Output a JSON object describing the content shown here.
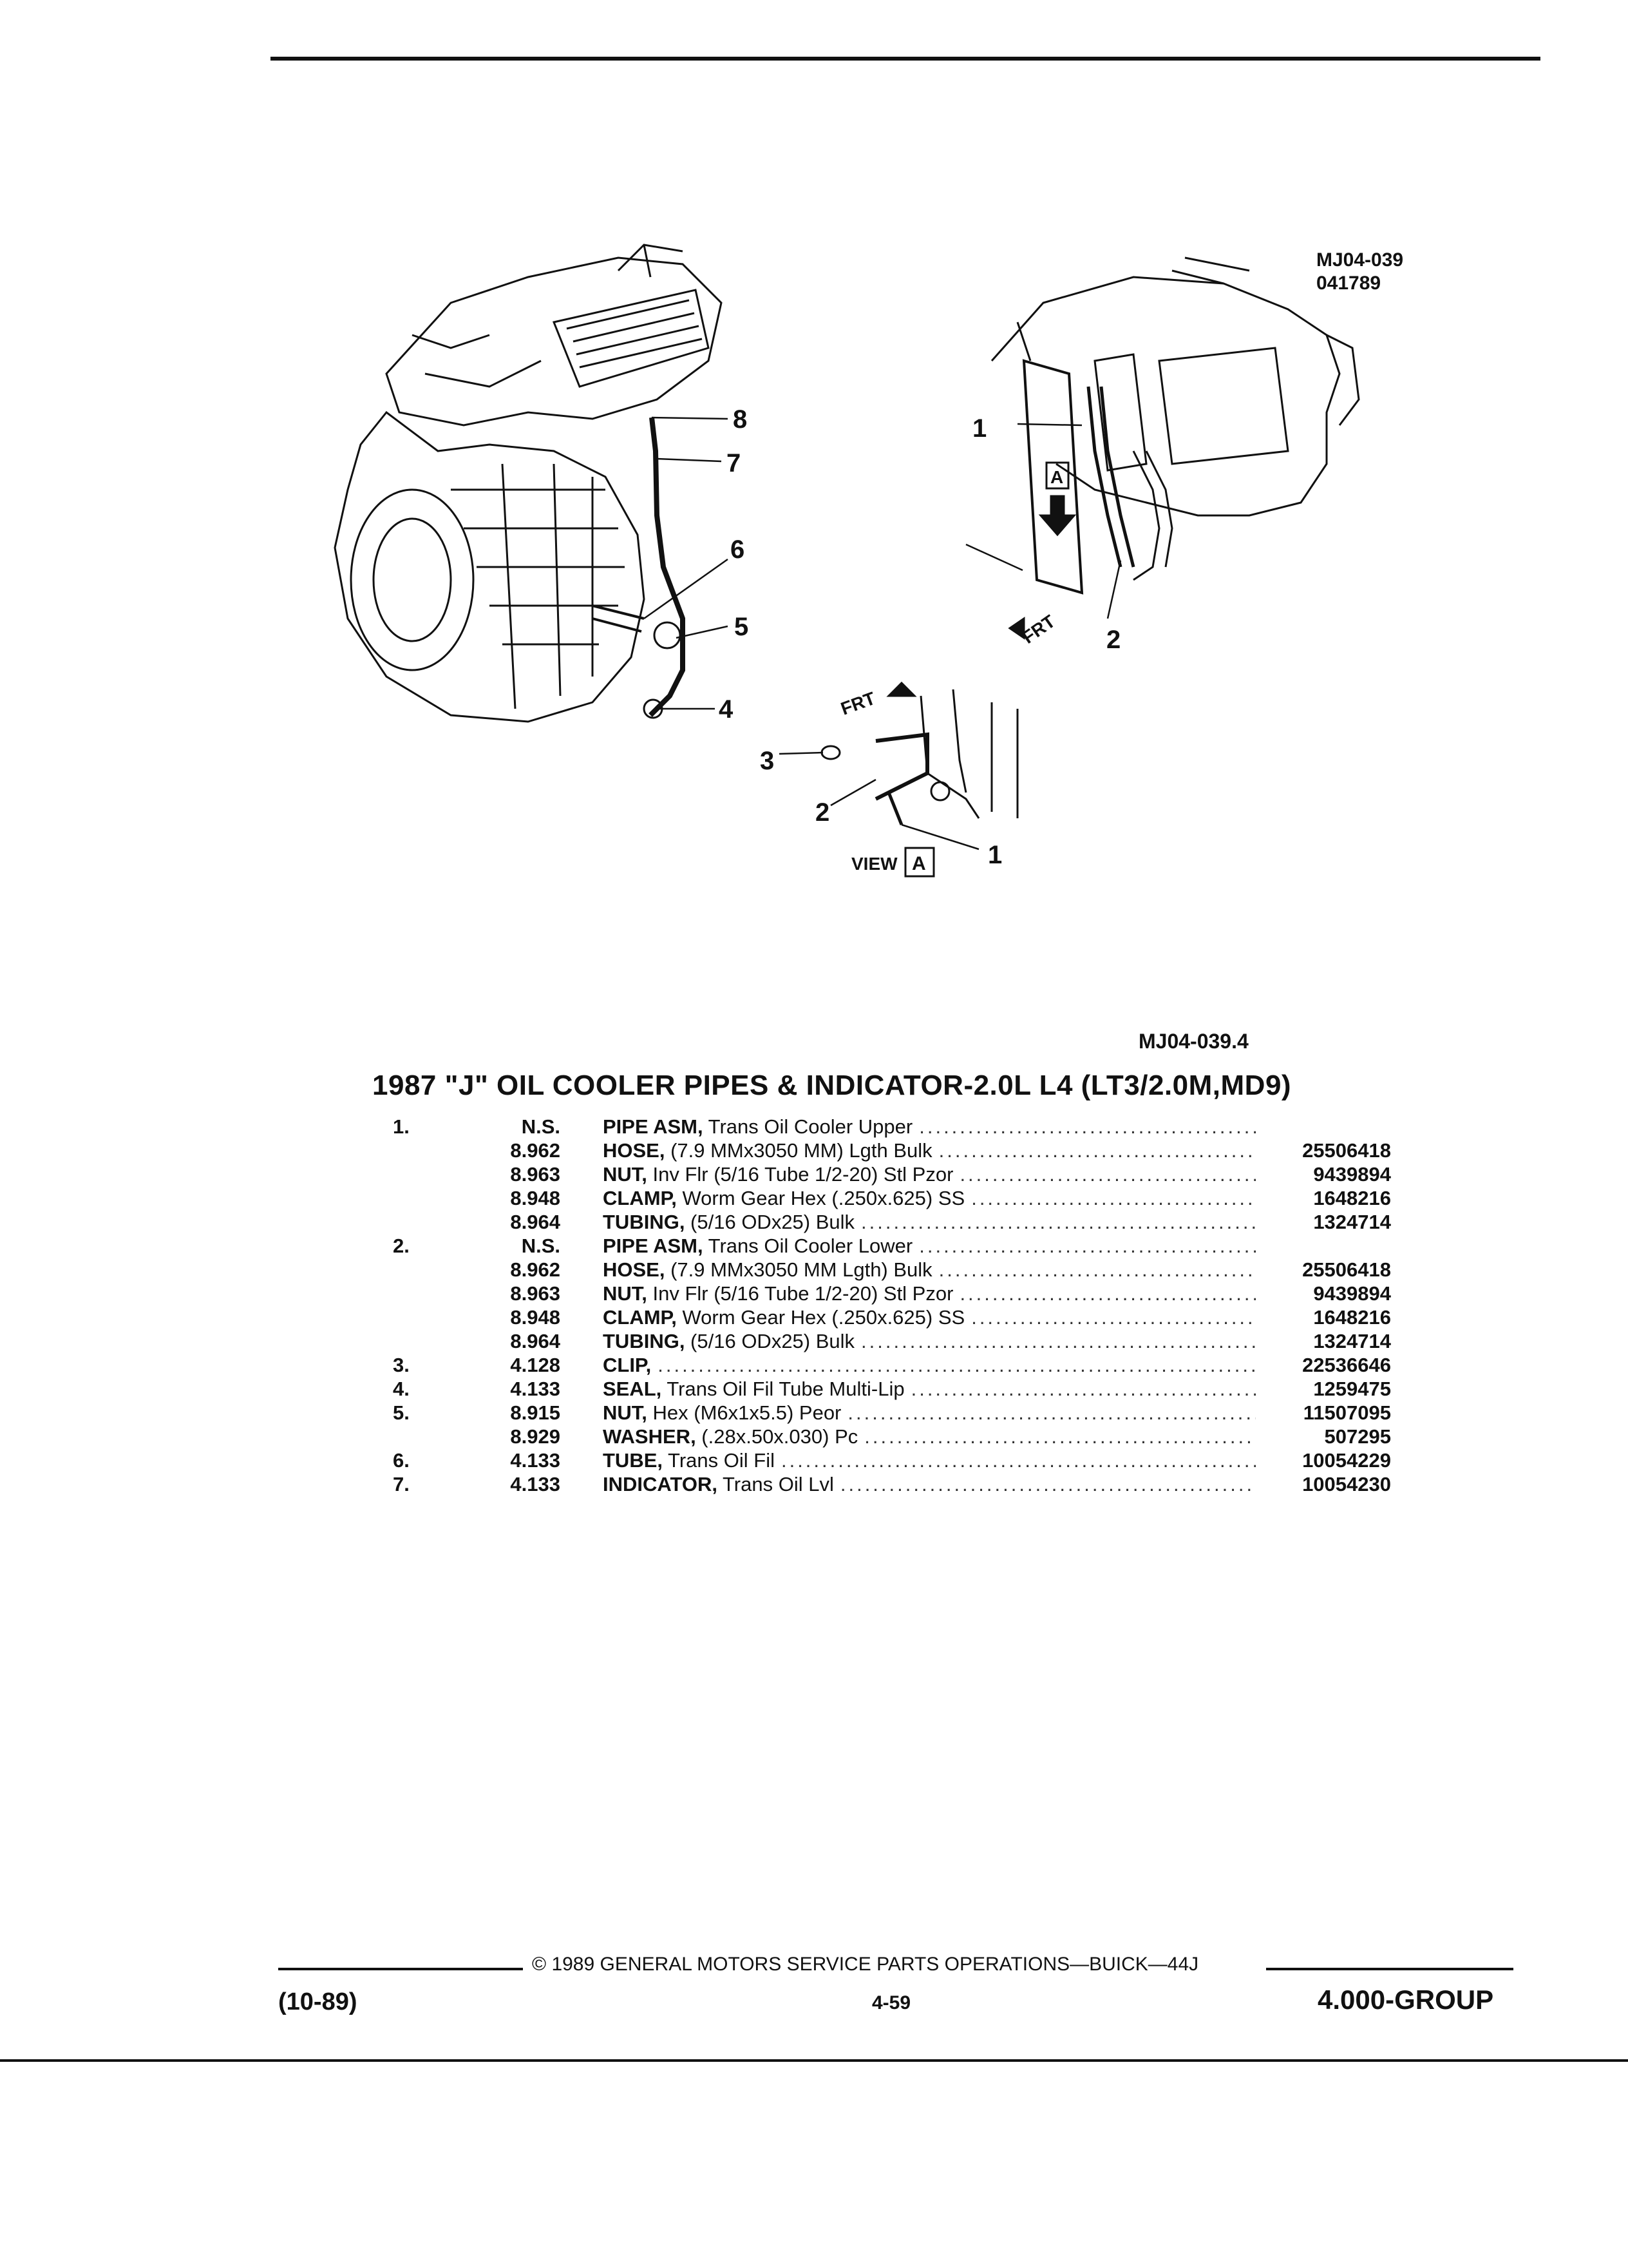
{
  "figure": {
    "id_line1": "MJ04-039",
    "id_line2": "041789",
    "view_label": "VIEW",
    "view_box_letter": "A",
    "frt_label": "FRT",
    "callouts_main": [
      "8",
      "7",
      "6",
      "5",
      "4"
    ],
    "callouts_right": [
      "1",
      "2"
    ],
    "callouts_view": [
      "3",
      "2",
      "1"
    ]
  },
  "ref_code": "MJ04-039.4",
  "section_title": "1987 \"J\" OIL COOLER PIPES & INDICATOR-2.0L L4 (LT3/2.0M,MD9)",
  "parts": [
    {
      "item": "1.",
      "group": "N.S.",
      "name": "PIPE ASM,",
      "desc": "Trans Oil Cooler Upper",
      "part": ""
    },
    {
      "item": "",
      "group": "8.962",
      "name": "HOSE,",
      "desc": "(7.9 MMx3050 MM) Lgth Bulk",
      "part": "25506418"
    },
    {
      "item": "",
      "group": "8.963",
      "name": "NUT,",
      "desc": "Inv Flr (5/16 Tube 1/2-20) Stl Pzor",
      "part": "9439894"
    },
    {
      "item": "",
      "group": "8.948",
      "name": "CLAMP,",
      "desc": "Worm Gear Hex (.250x.625) SS",
      "part": "1648216"
    },
    {
      "item": "",
      "group": "8.964",
      "name": "TUBING,",
      "desc": "(5/16 ODx25) Bulk",
      "part": "1324714"
    },
    {
      "item": "2.",
      "group": "N.S.",
      "name": "PIPE ASM,",
      "desc": "Trans Oil Cooler Lower",
      "part": ""
    },
    {
      "item": "",
      "group": "8.962",
      "name": "HOSE,",
      "desc": "(7.9 MMx3050 MM Lgth) Bulk",
      "part": "25506418"
    },
    {
      "item": "",
      "group": "8.963",
      "name": "NUT,",
      "desc": "Inv Flr (5/16 Tube 1/2-20) Stl Pzor",
      "part": "9439894"
    },
    {
      "item": "",
      "group": "8.948",
      "name": "CLAMP,",
      "desc": "Worm Gear Hex (.250x.625) SS",
      "part": "1648216"
    },
    {
      "item": "",
      "group": "8.964",
      "name": "TUBING,",
      "desc": "(5/16 ODx25) Bulk",
      "part": "1324714"
    },
    {
      "item": "3.",
      "group": "4.128",
      "name": "CLIP,",
      "desc": "",
      "part": "22536646"
    },
    {
      "item": "4.",
      "group": "4.133",
      "name": "SEAL,",
      "desc": "Trans Oil Fil Tube Multi-Lip",
      "part": "1259475"
    },
    {
      "item": "5.",
      "group": "8.915",
      "name": "NUT,",
      "desc": "Hex (M6x1x5.5) Peor",
      "part": "11507095"
    },
    {
      "item": "",
      "group": "8.929",
      "name": "WASHER,",
      "desc": "(.28x.50x.030) Pc",
      "part": "507295"
    },
    {
      "item": "6.",
      "group": "4.133",
      "name": "TUBE,",
      "desc": "Trans Oil Fil",
      "part": "10054229"
    },
    {
      "item": "7.",
      "group": "4.133",
      "name": "INDICATOR,",
      "desc": "Trans Oil Lvl",
      "part": "10054230"
    }
  ],
  "footer": {
    "copyright": "© 1989 GENERAL MOTORS SERVICE PARTS OPERATIONS—BUICK—44J",
    "date_code": "(10-89)",
    "page": "4-59",
    "group": "4.000-GROUP"
  }
}
